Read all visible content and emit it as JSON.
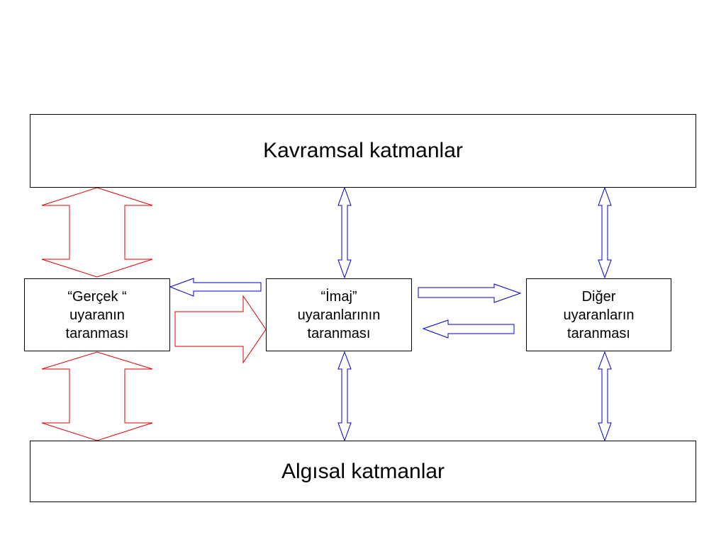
{
  "layers": {
    "top": "Kavramsal katmanlar",
    "bottom": "Algısal katmanlar"
  },
  "nodes": {
    "real": [
      "“Gerçek “",
      "uyaranın",
      "taranması"
    ],
    "image": [
      "“İmaj”",
      "uyaranlarının",
      "taranması"
    ],
    "other": [
      "Diğer",
      "uyaranların",
      "taranması"
    ]
  },
  "colors": {
    "red_arrow": "#e00000",
    "blue_arrow": "#0000cc",
    "border": "#000000"
  }
}
